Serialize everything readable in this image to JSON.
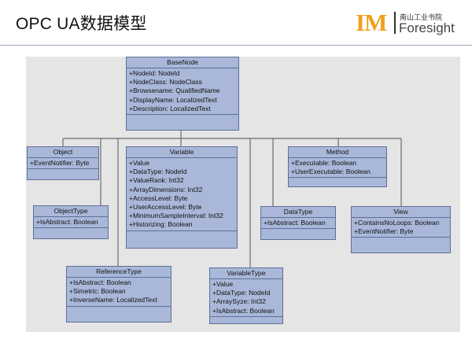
{
  "slide": {
    "title": "OPC UA数据模型"
  },
  "logo": {
    "mark": "IM",
    "chinese": "南山工业书院",
    "english": "Foresight"
  },
  "classes": {
    "basenode": {
      "name": "BaseNode",
      "attrs": [
        "+NodeId: NodeId",
        "+NodeClass: NodeClass",
        "+Browsename: QualifiedName",
        "+DisplayName: LocalizedText",
        "+Description: LocalizedText"
      ]
    },
    "object": {
      "name": "Object",
      "attrs": [
        "+EventNotifier: Byte"
      ]
    },
    "variable": {
      "name": "Variable",
      "attrs": [
        "+Value",
        "+DataType: NodeId",
        "+ValueRank: Int32",
        "+ArrayDimensions: Int32",
        "+AccessLevel: Byte",
        "+UserAccessLevel: Byte",
        "+MinimumSampleInterval: Int32",
        "+Historizing: Boolean"
      ]
    },
    "method": {
      "name": "Method",
      "attrs": [
        "+Executable: Boolean",
        "+UserExecutable: Boolean"
      ]
    },
    "objecttype": {
      "name": "ObjectType",
      "attrs": [
        "+IsAbstract: Boolean"
      ]
    },
    "datatype": {
      "name": "DataType",
      "attrs": [
        "+IsAbstract: Boolean"
      ]
    },
    "view": {
      "name": "View",
      "attrs": [
        "+ContainsNoLoops: Boolean",
        "+EventNotifier: Byte"
      ]
    },
    "referencetype": {
      "name": "ReferenceType",
      "attrs": [
        "+IsAbstract: Boolean",
        "+Simetric: Boolean",
        "+InverseName: LocalizedText"
      ]
    },
    "variabletype": {
      "name": "VariableType",
      "attrs": [
        "+Value",
        "+DataType: NodeId",
        "+ArraySyze: Int32",
        "+IsAbstract: Boolean"
      ]
    }
  },
  "colors": {
    "box_fill": "#a9b8d9",
    "box_border": "#5e6f97",
    "line": "#6b6b6b",
    "logo_orange": "#f0a01e"
  }
}
